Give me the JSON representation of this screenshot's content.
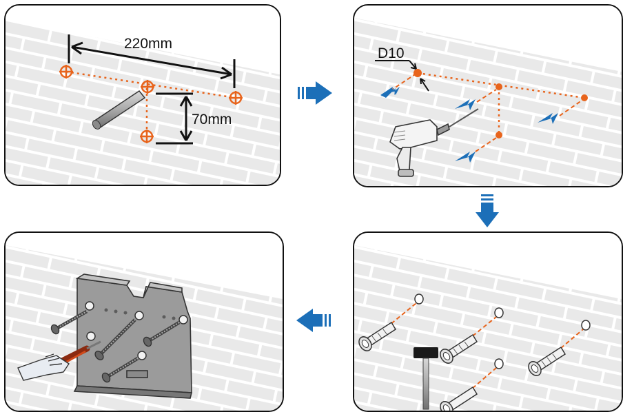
{
  "steps": [
    {
      "name": "mark-holes",
      "labels": {
        "width": "220mm",
        "height": "70mm"
      }
    },
    {
      "name": "drill-holes",
      "labels": {
        "diameter": "D10"
      }
    },
    {
      "name": "insert-anchors"
    },
    {
      "name": "fix-bracket"
    }
  ],
  "colors": {
    "accent": "#e8641c",
    "arrow": "#1c6fb8",
    "brick": "#e9e9e9",
    "mortar": "#ffffff",
    "outline": "#111111"
  },
  "icons": [
    "drill-icon",
    "hammer-icon",
    "screwdriver-icon",
    "anchor-plug-icon",
    "screw-icon",
    "mounting-bracket-icon",
    "pencil-icon",
    "flow-arrow-icon"
  ]
}
